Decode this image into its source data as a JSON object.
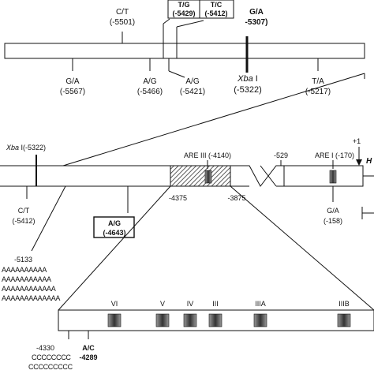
{
  "top_track": {
    "above": [
      {
        "allele": "C/T",
        "pos": "(-5501)",
        "bold": false
      },
      {
        "allele": "G/A",
        "pos": "-5307)",
        "bold": true
      }
    ],
    "boxed": [
      {
        "allele": "T/G",
        "pos": "(-5429)"
      },
      {
        "allele": "T/C",
        "pos": "(-5412)"
      }
    ],
    "below": [
      {
        "allele": "G/A",
        "pos": "(-5567)"
      },
      {
        "allele": "A/G",
        "pos": "(-5466)"
      },
      {
        "allele": "A/G",
        "pos": "(-5421)"
      },
      {
        "allele": "T/A",
        "pos": "(-5217)"
      }
    ],
    "xba_name": "Xba",
    "xba_suffix": " I",
    "xba_pos": "(-5322)"
  },
  "middle_track": {
    "xba_name": "Xba",
    "xba_label": " I(-5322)",
    "ctl": {
      "allele": "C/T",
      "pos": "(-5412)"
    },
    "ag_box": {
      "allele": "A/G",
      "pos": "(-4643)"
    },
    "are3": "ARE III (-4140)",
    "minus529": "-529",
    "are1": "ARE I (-170)",
    "plus1": "+1",
    "cut_text": "H",
    "left_region": "-4375",
    "right_region": "-3875",
    "ga": {
      "allele": "G/A",
      "pos": "(-158)"
    }
  },
  "poly_a": {
    "pos": "-5133",
    "rows": [
      "AAAAAAAAAA",
      "AAAAAAAAAAA",
      "AAAAAAAAAAAA",
      "AAAAAAAAAAAAA"
    ]
  },
  "bottom_track": {
    "elements": [
      "VI",
      "V",
      "IV",
      "III",
      "IIIA",
      "IIIB"
    ],
    "left_pos": "-4330",
    "c_rows": [
      "CCCCCCCC",
      "CCCCCCCCC"
    ],
    "ac": {
      "allele": "A/C",
      "pos": "-4289"
    }
  }
}
